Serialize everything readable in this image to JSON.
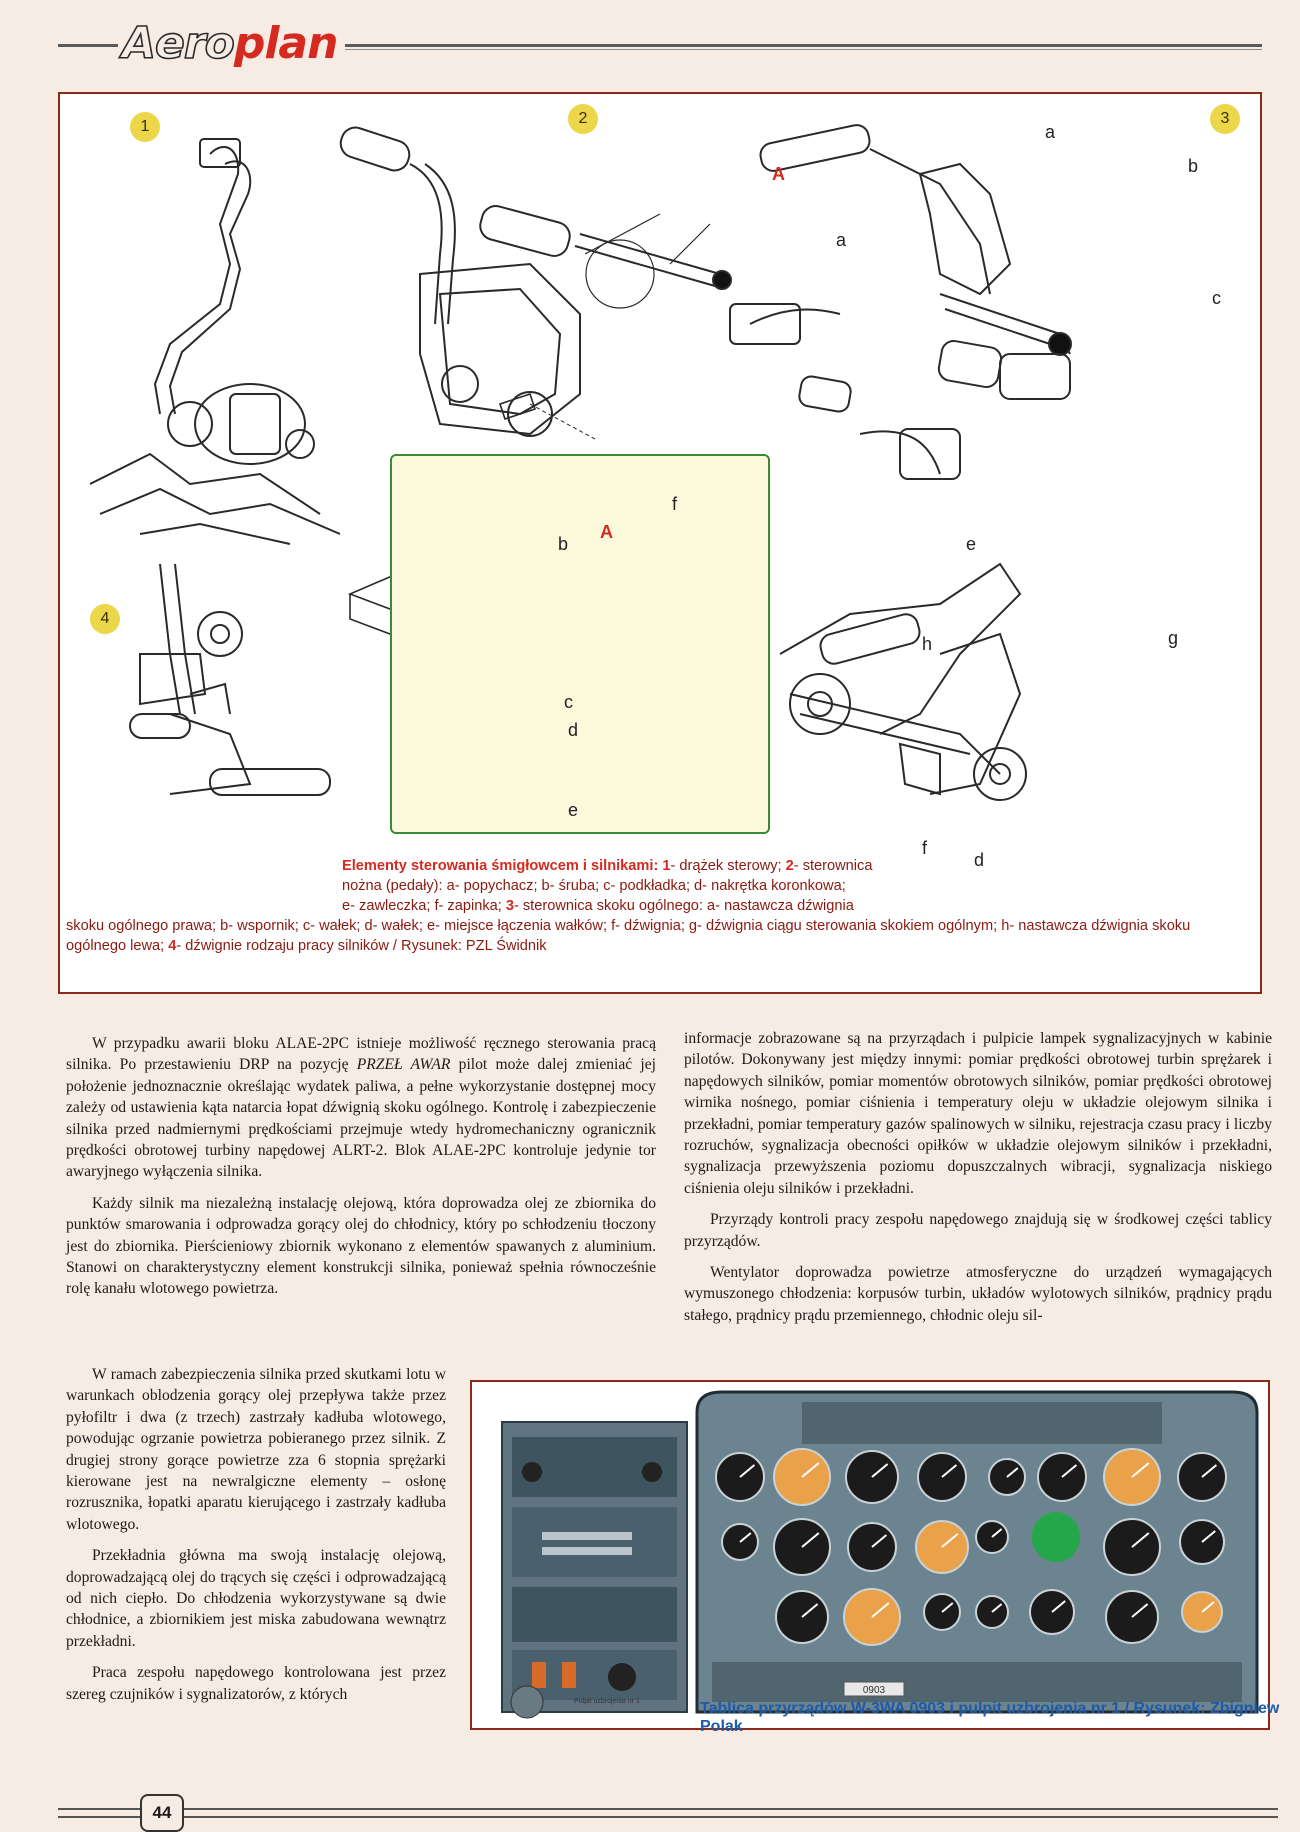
{
  "header": {
    "logo_part1": "Aero",
    "logo_part2": "plan"
  },
  "figure": {
    "numbers": [
      "1",
      "2",
      "3",
      "4"
    ],
    "detail_labels": {
      "A": "A",
      "b": "b",
      "c": "c",
      "d": "d",
      "e": "e",
      "f": "f"
    },
    "drawing_labels": {
      "A": "A",
      "a2": "a",
      "a3": "a",
      "b3": "b",
      "c3": "c",
      "e3": "e",
      "h": "h",
      "g": "g",
      "f": "f",
      "d": "d"
    },
    "caption_title": "Elementy sterowania śmigłowcem i silnikami:",
    "caption_line1_a": " 1",
    "caption_line1_b": "- drążek sterowy; ",
    "caption_line1_c": "2",
    "caption_line1_d": "- sterownica",
    "caption_line2": "nożna (pedały): a- popychacz; b- śruba; c- podkładka; d- nakrętka koronkowa;",
    "caption_line3_a": "e- zawleczka; f- zapinka; ",
    "caption_line3_b": "3",
    "caption_line3_c": "- sterownica skoku ogólnego: a- nastawcza dźwignia",
    "caption_line4": "skoku ogólnego prawa; b- wspornik; c- wałek; d- wałek; e- miejsce łączenia wałków; f- dźwignia; g- dźwignia ciągu sterowania skokiem ogólnym; h- nastawcza dźwignia skoku",
    "caption_line5_a": "ogólnego lewa; ",
    "caption_line5_b": "4",
    "caption_line5_c": "- dźwignie rodzaju pracy silników / Rysunek: PZL Świdnik"
  },
  "article": {
    "left_p1_a": "W przypadku awarii bloku ALAE-2PC istnieje możliwość ręcznego sterowania pracą silnika. Po przestawieniu DRP na pozycję ",
    "left_p1_em": "PRZEŁ AWAR",
    "left_p1_b": " pilot może dalej zmieniać jej położenie jednoznacznie określając wydatek paliwa, a pełne wykorzystanie dostępnej mocy zależy od ustawienia kąta natarcia łopat dźwignią skoku ogólnego. Kontrolę i zabezpieczenie silnika przed nadmiernymi prędkościami przejmuje wtedy hydromechaniczny ogranicznik prędkości obrotowej turbiny napędowej ALRT-2. Blok ALAE-2PC kontroluje jedynie tor awaryjnego wyłączenia silnika.",
    "left_p2": "Każdy silnik ma niezależną instalację olejową, która doprowadza olej ze zbiornika do punktów smarowania i odprowadza gorący olej do chłodnicy, który po schłodzeniu tłoczony jest do zbiornika. Pierścieniowy zbiornik wykonano z elementów spawanych z aluminium. Stanowi on charakterystyczny element konstrukcji silnika, ponieważ spełnia równocześnie rolę kanału wlotowego powietrza.",
    "left_p3": "W ramach zabezpieczenia silnika przed skutkami lotu w warunkach oblodzenia gorący olej przepływa także przez pyłofiltr i dwa (z trzech) zastrzały kadłuba wlotowego, powodując ogrzanie powietrza pobieranego przez silnik. Z drugiej strony gorące powietrze zza 6 stopnia sprężarki kierowane jest na newralgiczne elementy – osłonę rozrusznika, łopatki aparatu kierującego i zastrzały kadłuba wlotowego.",
    "left_p4": "Przekładnia główna ma swoją instalację olejową, doprowadzającą olej do trących się części i odprowadzającą od nich ciepło. Do chłodzenia wykorzystywane są dwie chłodnice, a zbiornikiem jest miska zabudowana wewnątrz przekładni.",
    "left_p5": "Praca zespołu napędowego kontrolowana jest przez szereg czujników i sygnalizatorów, z których",
    "right_p1": "informacje zobrazowane są na przyrządach i pulpicie lampek sygnalizacyjnych w kabinie pilotów. Dokonywany jest między innymi: pomiar prędkości obrotowej turbin sprężarek i napędowych silników, pomiar momentów obrotowych silników, pomiar prędkości obrotowej wirnika nośnego, pomiar ciśnienia i temperatury oleju w układzie olejowym silnika i przekładni, pomiar temperatury gazów spalinowych w silniku, rejestracja czasu pracy i liczby rozruchów, sygnalizacja obecności opiłków w układzie olejowym silników i przekładni, sygnalizacja przewyższenia poziomu dopuszczalnych wibracji, sygnalizacja niskiego ciśnienia oleju silników i przekładni.",
    "right_p2": "Przyrządy kontroli pracy zespołu napędowego znajdują się w środkowej części tablicy przyrządów.",
    "right_p3": "Wentylator doprowadza powietrze atmosferyczne do urządzeń wymagających wymuszonego chłodzenia: korpusów turbin, układów wylotowych silników, prądnicy prądu stałego, prądnicy prądu przemiennego, chłodnic oleju sil-"
  },
  "panel_figure": {
    "caption": "Tablica przyrządów W-3WA 0903 i pulpit uzbrojenia nr 1 / Rysunek: Zbigniew Polak",
    "pulpit_label": "Pulpit uzbrojenia nr 1",
    "serial": "0903"
  },
  "footer": {
    "page_number": "44"
  }
}
